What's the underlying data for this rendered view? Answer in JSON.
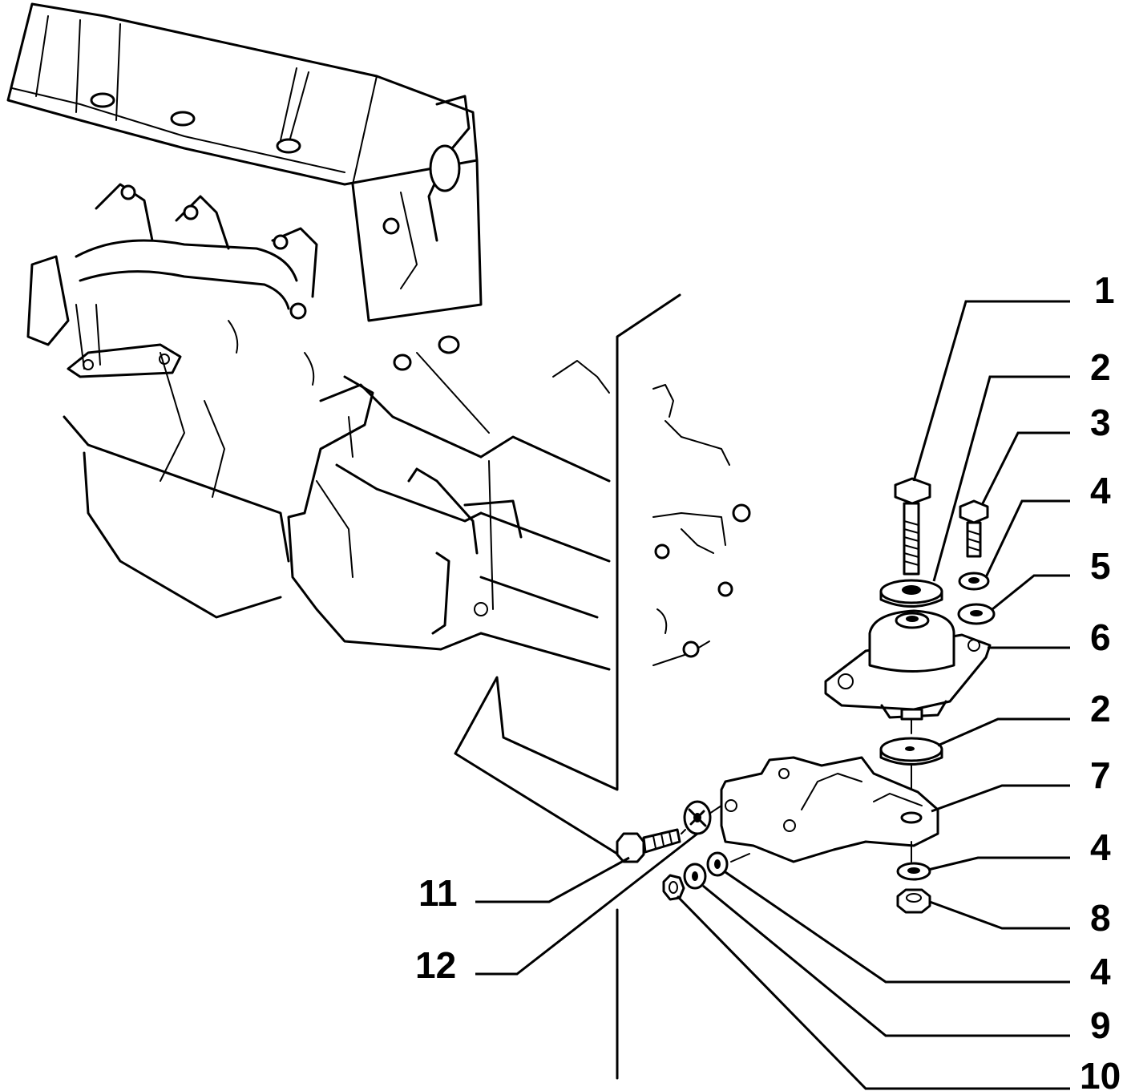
{
  "callouts": [
    {
      "id": "c1",
      "label": "1",
      "part": "long-bolt"
    },
    {
      "id": "c2a",
      "label": "2",
      "part": "upper-washer"
    },
    {
      "id": "c3",
      "label": "3",
      "part": "short-bolt"
    },
    {
      "id": "c4a",
      "label": "4",
      "part": "spring-washer"
    },
    {
      "id": "c5",
      "label": "5",
      "part": "flat-washer"
    },
    {
      "id": "c6",
      "label": "6",
      "part": "rubber-mount"
    },
    {
      "id": "c2b",
      "label": "2",
      "part": "lower-washer"
    },
    {
      "id": "c7",
      "label": "7",
      "part": "bracket"
    },
    {
      "id": "c4b",
      "label": "4",
      "part": "lower-spring-washer"
    },
    {
      "id": "c8",
      "label": "8",
      "part": "hex-nut"
    },
    {
      "id": "c4c",
      "label": "4",
      "part": "side-spring-washer"
    },
    {
      "id": "c9",
      "label": "9",
      "part": "side-flat-washer"
    },
    {
      "id": "c10",
      "label": "10",
      "part": "side-nut"
    },
    {
      "id": "c11",
      "label": "11",
      "part": "side-bolt"
    },
    {
      "id": "c12",
      "label": "12",
      "part": "toothed-washer"
    }
  ]
}
